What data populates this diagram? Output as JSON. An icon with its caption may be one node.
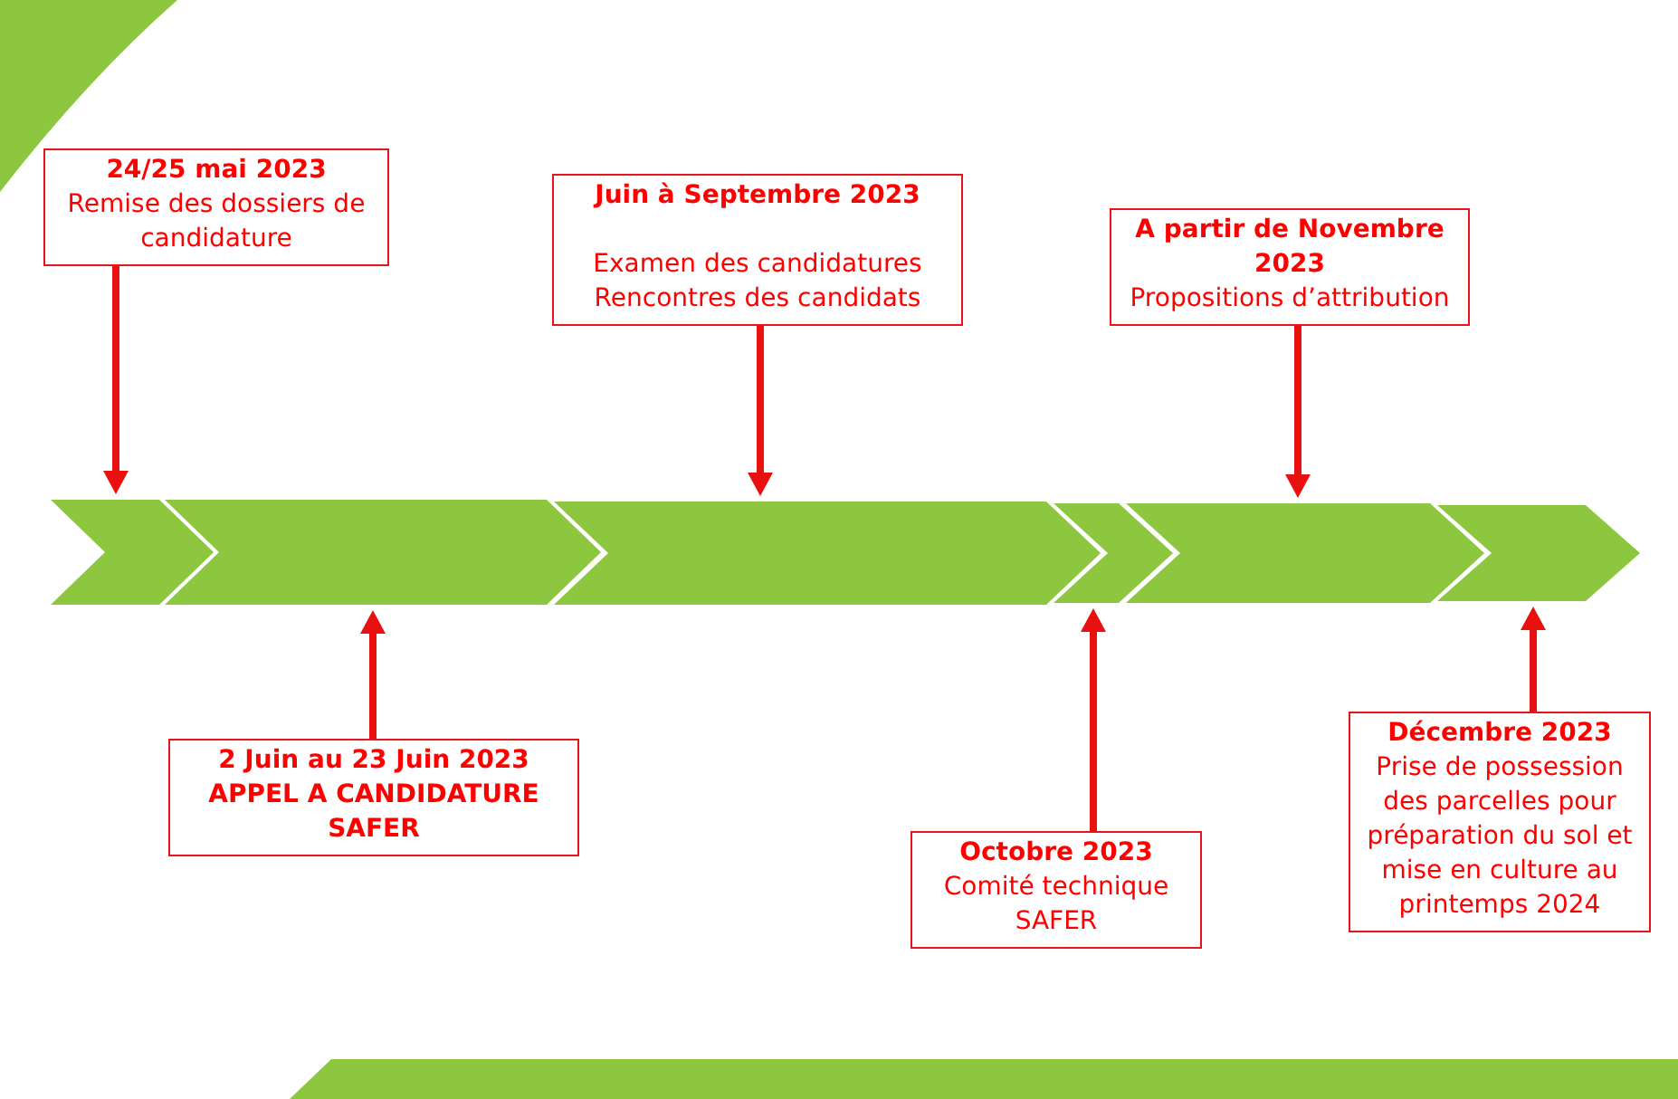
{
  "diagram": {
    "nodes": [
      {
        "text": [
          "24/25 mai 2023",
          "Remise des dossiers de candidature"
        ]
      },
      {
        "text": [
          "Juin à Septembre 2023",
          "Examen des candidatures",
          "Rencontres des candidats"
        ]
      },
      {
        "text": [
          "A partir de Novembre 2023",
          "Propositions d’attribution"
        ]
      },
      {
        "text": [],
        "shape": "chevron"
      },
      {
        "text": [],
        "shape": "chevron"
      },
      {
        "text": [],
        "shape": "chevron"
      },
      {
        "text": [],
        "shape": "chevron"
      },
      {
        "text": [],
        "shape": "chevron"
      },
      {
        "text": [],
        "shape": "chevron"
      },
      {
        "text": [
          "2 Juin au 23 Juin 2023",
          "APPEL A CANDIDATURE SAFER"
        ]
      },
      {
        "text": [
          "Octobre 2023",
          "Comité technique SAFER"
        ]
      },
      {
        "text": [
          "Décembre 2023",
          "Prise de possession des parcelles pour préparation du sol et mise en culture au printemps 2024"
        ]
      }
    ],
    "edges": [
      {
        "from": 0,
        "to": 3,
        "arrow": "to"
      },
      {
        "from": 9,
        "to": 4,
        "arrow": "to"
      },
      {
        "from": 1,
        "to": 5,
        "arrow": "to"
      },
      {
        "from": 10,
        "to": 6,
        "arrow": "to"
      },
      {
        "from": 2,
        "to": 7,
        "arrow": "to"
      },
      {
        "from": 11,
        "to": 8,
        "arrow": "to"
      }
    ]
  }
}
